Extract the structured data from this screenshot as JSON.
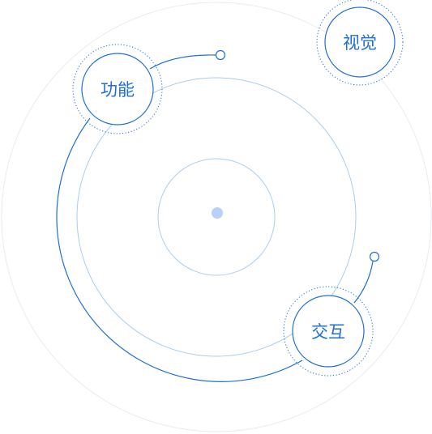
{
  "diagram": {
    "nodes": {
      "vision": {
        "label": "视觉"
      },
      "function": {
        "label": "功能"
      },
      "interaction": {
        "label": "交互"
      }
    }
  },
  "colors": {
    "primary_blue": "#1f6fd6",
    "ring_light_blue": "#a9cdf0",
    "outer_ring_gray": "#e6ecf5",
    "center_dot": "#b7d1f7",
    "node_fill": "#ffffff"
  }
}
